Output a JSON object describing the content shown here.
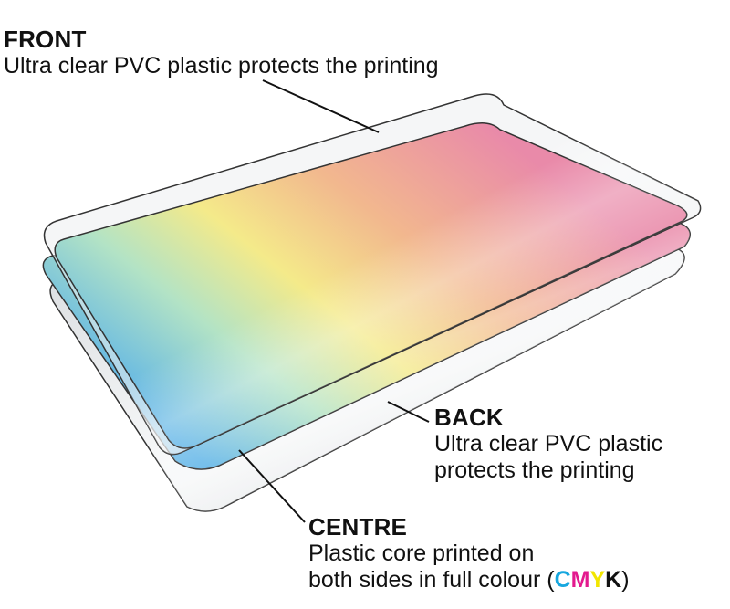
{
  "front": {
    "title": "FRONT",
    "description": "Ultra clear PVC plastic protects the printing"
  },
  "back": {
    "title": "BACK",
    "description_line1": "Ultra clear PVC plastic",
    "description_line2": "protects the printing"
  },
  "centre": {
    "title": "CENTRE",
    "description_line1": "Plastic core printed on",
    "description_line2_prefix": "both sides in full colour (",
    "cmyk": [
      {
        "letter": "C",
        "color": "#17a7df"
      },
      {
        "letter": "M",
        "color": "#e31a8e"
      },
      {
        "letter": "Y",
        "color": "#f2e600"
      },
      {
        "letter": "K",
        "color": "#111111"
      }
    ],
    "description_line2_suffix": ")"
  },
  "colors": {
    "leader_line": "#111111",
    "layer_outline": "#333333",
    "clear_fill": "#f2f3f4",
    "gradient_pink": "#e98aa9",
    "gradient_peach": "#f2b88e",
    "gradient_yellow": "#f4ea8a",
    "gradient_mint": "#b3e3c5",
    "gradient_blue": "#5cb3e7"
  }
}
